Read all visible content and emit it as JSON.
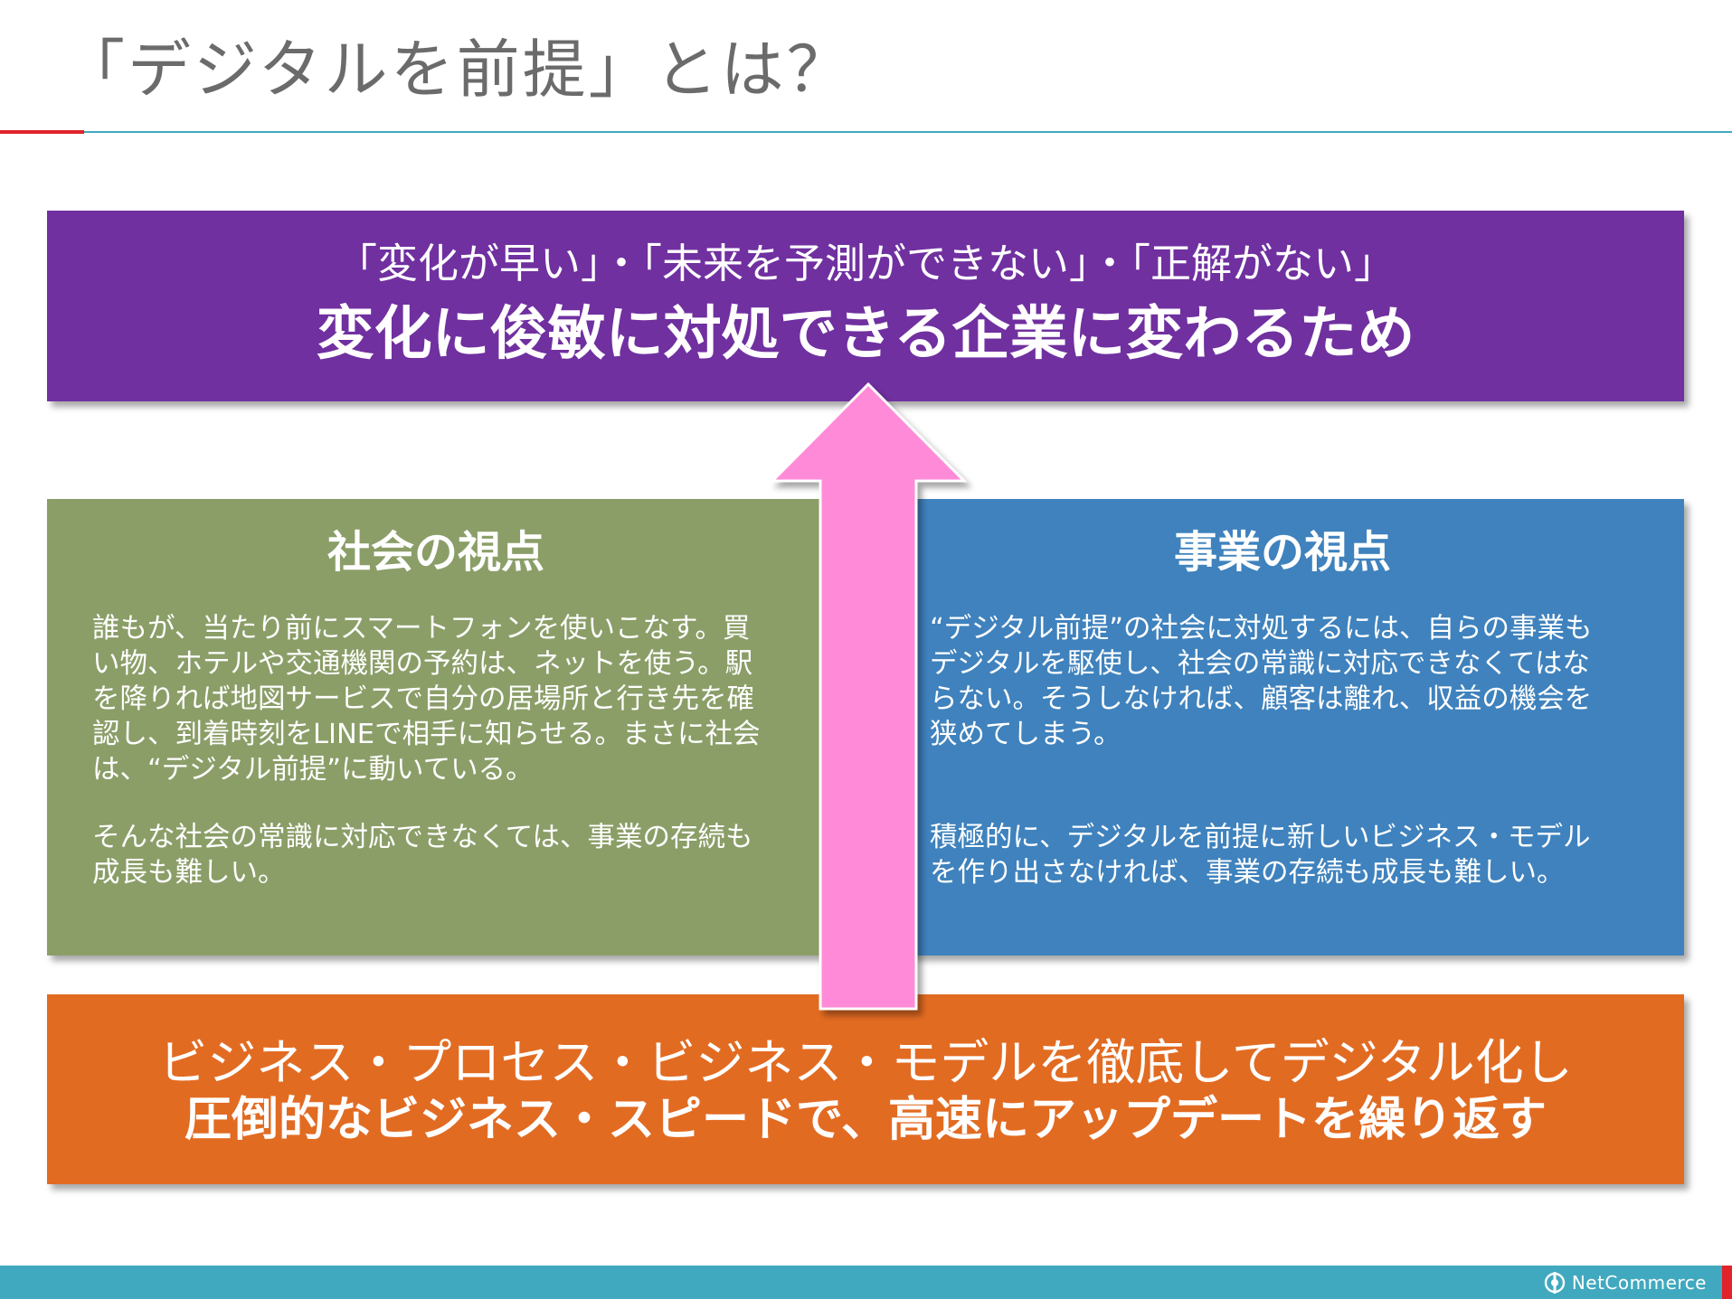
{
  "slide": {
    "title": "「デジタルを前提」とは？"
  },
  "goal": {
    "subtitle": "「変化が早い」・「未来を予測ができない」・「正解がない」",
    "headline": "変化に俊敏に対処できる企業に変わるため"
  },
  "society": {
    "heading": "社会の視点",
    "paragraph1": [
      "誰もが、当たり前にスマートフォンを使いこなす。買",
      "い物、ホテルや交通機関の予約は、ネットを使う。駅",
      "を降りれば地図サービスで自分の居場所と行き先を確",
      "認し、到着時刻をLINEで相手に知らせる。まさに社会",
      "は、“デジタル前提”に動いている。"
    ],
    "paragraph2": [
      "そんな社会の常識に対応できなくては、事業の存続も",
      "成長も難しい。"
    ]
  },
  "business": {
    "heading": "事業の視点",
    "paragraph1": [
      "“デジタル前提”の社会に対処するには、自らの事業も",
      "デジタルを駆使し、社会の常識に対応できなくてはな",
      "らない。そうしなければ、顧客は離れ、収益の機会を",
      "狭めてしまう。"
    ],
    "paragraph2": [
      "積極的に、デジタルを前提に新しいビジネス・モデル",
      "を作り出さなければ、事業の存続も成長も難しい。"
    ]
  },
  "process": {
    "subtitle": "ビジネス・プロセス・ビジネス・モデルを徹底してデジタル化し",
    "headline": "圧倒的なビジネス・スピードで、高速にアップデートを繰り返す"
  },
  "footer": {
    "brand": "NetCommerce",
    "logo_icon": "netcommerce-logo-icon"
  },
  "colors": {
    "goal_box": "#7030a0",
    "society_box": "#8b9e68",
    "business_box": "#3f82bd",
    "process_box": "#e26b22",
    "arrow": "#ff8bd8",
    "footer_bar": "#41a9bf",
    "accent_red": "#e0242a"
  }
}
